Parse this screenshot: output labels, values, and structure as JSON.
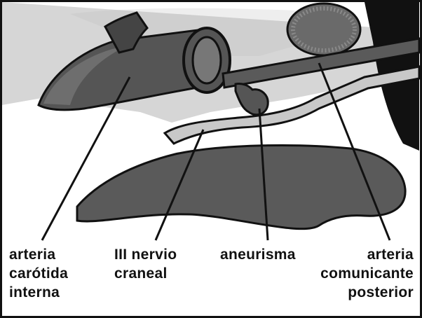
{
  "labels": {
    "carotid": {
      "lines": [
        "arteria",
        "carótida",
        "interna"
      ]
    },
    "nerve": {
      "lines": [
        "III nervio",
        "craneal"
      ]
    },
    "aneurysm": {
      "lines": [
        "aneurisma"
      ]
    },
    "pcom": {
      "lines": [
        "arteria",
        "comunicante",
        "posterior"
      ]
    }
  },
  "colors": {
    "vessel": "#555555",
    "vessel_dark": "#3f3f3f",
    "outline": "#111111",
    "tissue": "#d9d9d9",
    "background": "#ffffff"
  }
}
